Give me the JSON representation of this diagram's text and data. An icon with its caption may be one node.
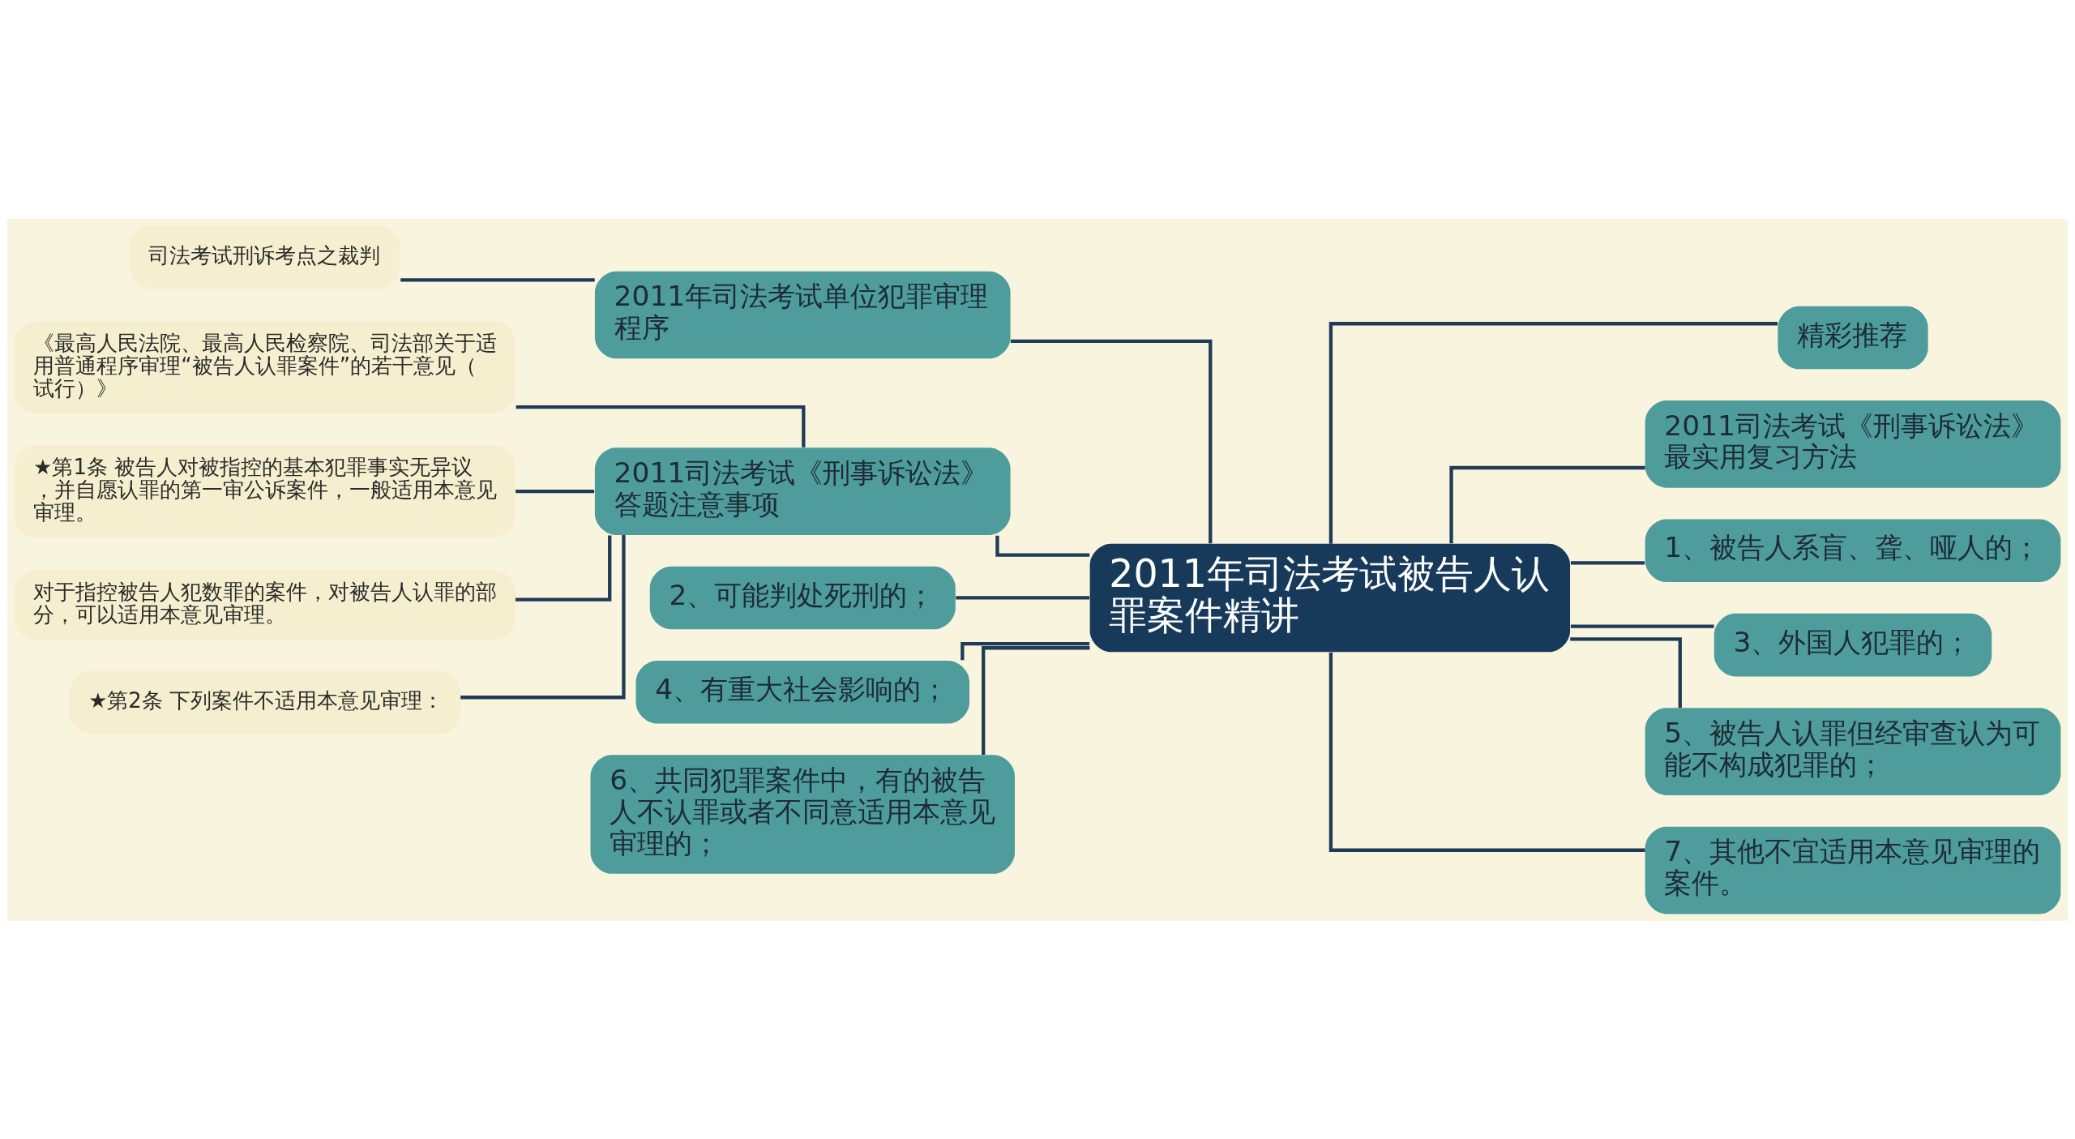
{
  "diagram": {
    "nodes": [
      {
        "text": [
          "2011年司法考试被告人认罪案件精讲"
        ]
      },
      {
        "text": [
          "2011年司法考试单位犯罪审理程序"
        ]
      },
      {
        "text": [
          "司法考试刑诉考点之裁判"
        ]
      },
      {
        "text": [
          "2011司法考试《刑事诉讼法》答题注意事项"
        ]
      },
      {
        "text": [
          "《最高人民法院、最高人民检察院、司法部关于适用普通程序审理“被告人认罪案件”的若干意见（试行）》"
        ]
      },
      {
        "text": [
          "★第1条 被告人对被指控的基本犯罪事实无异议，并自愿认罪的第一审公诉案件，一般适用本意见审理。"
        ]
      },
      {
        "text": [
          "对于指控被告人犯数罪的案件，对被告人认罪的部分，可以适用本意见审理。"
        ]
      },
      {
        "text": [
          "★第2条 下列案件不适用本意见审理："
        ]
      },
      {
        "text": [
          "2、可能判处死刑的；"
        ]
      },
      {
        "text": [
          "4、有重大社会影响的；"
        ]
      },
      {
        "text": [
          "6、共同犯罪案件中，有的被告人不认罪或者不同意适用本意见审理的；"
        ]
      },
      {
        "text": [
          "精彩推荐"
        ]
      },
      {
        "text": [
          "2011司法考试《刑事诉讼法》最实用复习方法"
        ]
      },
      {
        "text": [
          "1、被告人系盲、聋、哑人的；"
        ]
      },
      {
        "text": [
          "3、外国人犯罪的；"
        ]
      },
      {
        "text": [
          "5、被告人认罪但经审查认为可能不构成犯罪的；"
        ]
      },
      {
        "text": [
          "7、其他不宜适用本意见审理的案件。"
        ]
      }
    ],
    "edges": [
      {
        "from": 0,
        "to": 1,
        "arrow": "none"
      },
      {
        "from": 1,
        "to": 2,
        "arrow": "none"
      },
      {
        "from": 0,
        "to": 3,
        "arrow": "none"
      },
      {
        "from": 3,
        "to": 4,
        "arrow": "none"
      },
      {
        "from": 3,
        "to": 5,
        "arrow": "none"
      },
      {
        "from": 3,
        "to": 6,
        "arrow": "none"
      },
      {
        "from": 3,
        "to": 7,
        "arrow": "none"
      },
      {
        "from": 0,
        "to": 8,
        "arrow": "none"
      },
      {
        "from": 0,
        "to": 9,
        "arrow": "none"
      },
      {
        "from": 0,
        "to": 10,
        "arrow": "none"
      },
      {
        "from": 0,
        "to": 11,
        "arrow": "none"
      },
      {
        "from": 0,
        "to": 12,
        "arrow": "none"
      },
      {
        "from": 0,
        "to": 13,
        "arrow": "none"
      },
      {
        "from": 0,
        "to": 14,
        "arrow": "none"
      },
      {
        "from": 0,
        "to": 15,
        "arrow": "none"
      },
      {
        "from": 0,
        "to": 16,
        "arrow": "none"
      }
    ]
  }
}
